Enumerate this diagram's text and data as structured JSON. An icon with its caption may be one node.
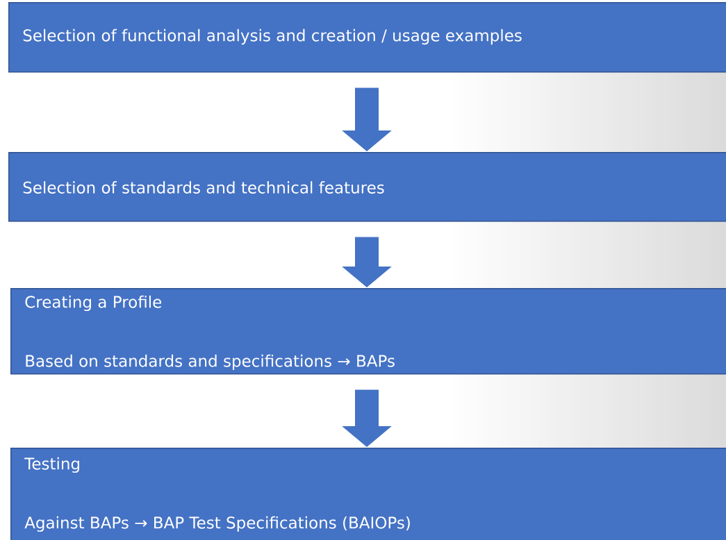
{
  "diagram": {
    "nodes": [
      {
        "text": [
          "Selection of functional analysis and creation / usage examples"
        ]
      },
      {
        "text": [
          "Selection of standards and technical features"
        ]
      },
      {
        "text": [
          "Creating a Profile",
          "Based on standards and specifications → BAPs"
        ]
      },
      {
        "text": [
          "Testing",
          "Against BAPs → BAP Test Specifications (BAIOPs)"
        ]
      }
    ],
    "edges": [
      {
        "from": 0,
        "to": 1,
        "arrow": "to"
      },
      {
        "from": 1,
        "to": 2,
        "arrow": "to"
      },
      {
        "from": 2,
        "to": 3,
        "arrow": "to"
      }
    ]
  }
}
